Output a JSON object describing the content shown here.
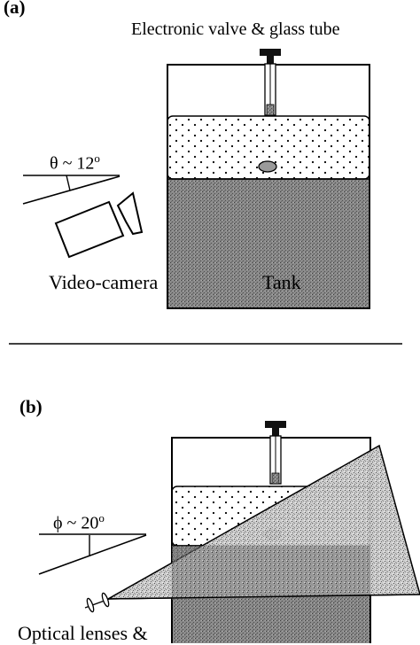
{
  "panel_a": {
    "label": "(a)",
    "valve_label": "Electronic valve & glass tube",
    "angle_symbol": "θ",
    "angle_value": " ~ 12",
    "angle_unit": "o",
    "camera_label": "Video-camera",
    "tank_label": "Tank"
  },
  "panel_b": {
    "label": "(b)",
    "angle_symbol": "ϕ",
    "angle_value": " ~ 20",
    "angle_unit": "o",
    "optics_label": "Optical lenses &"
  }
}
